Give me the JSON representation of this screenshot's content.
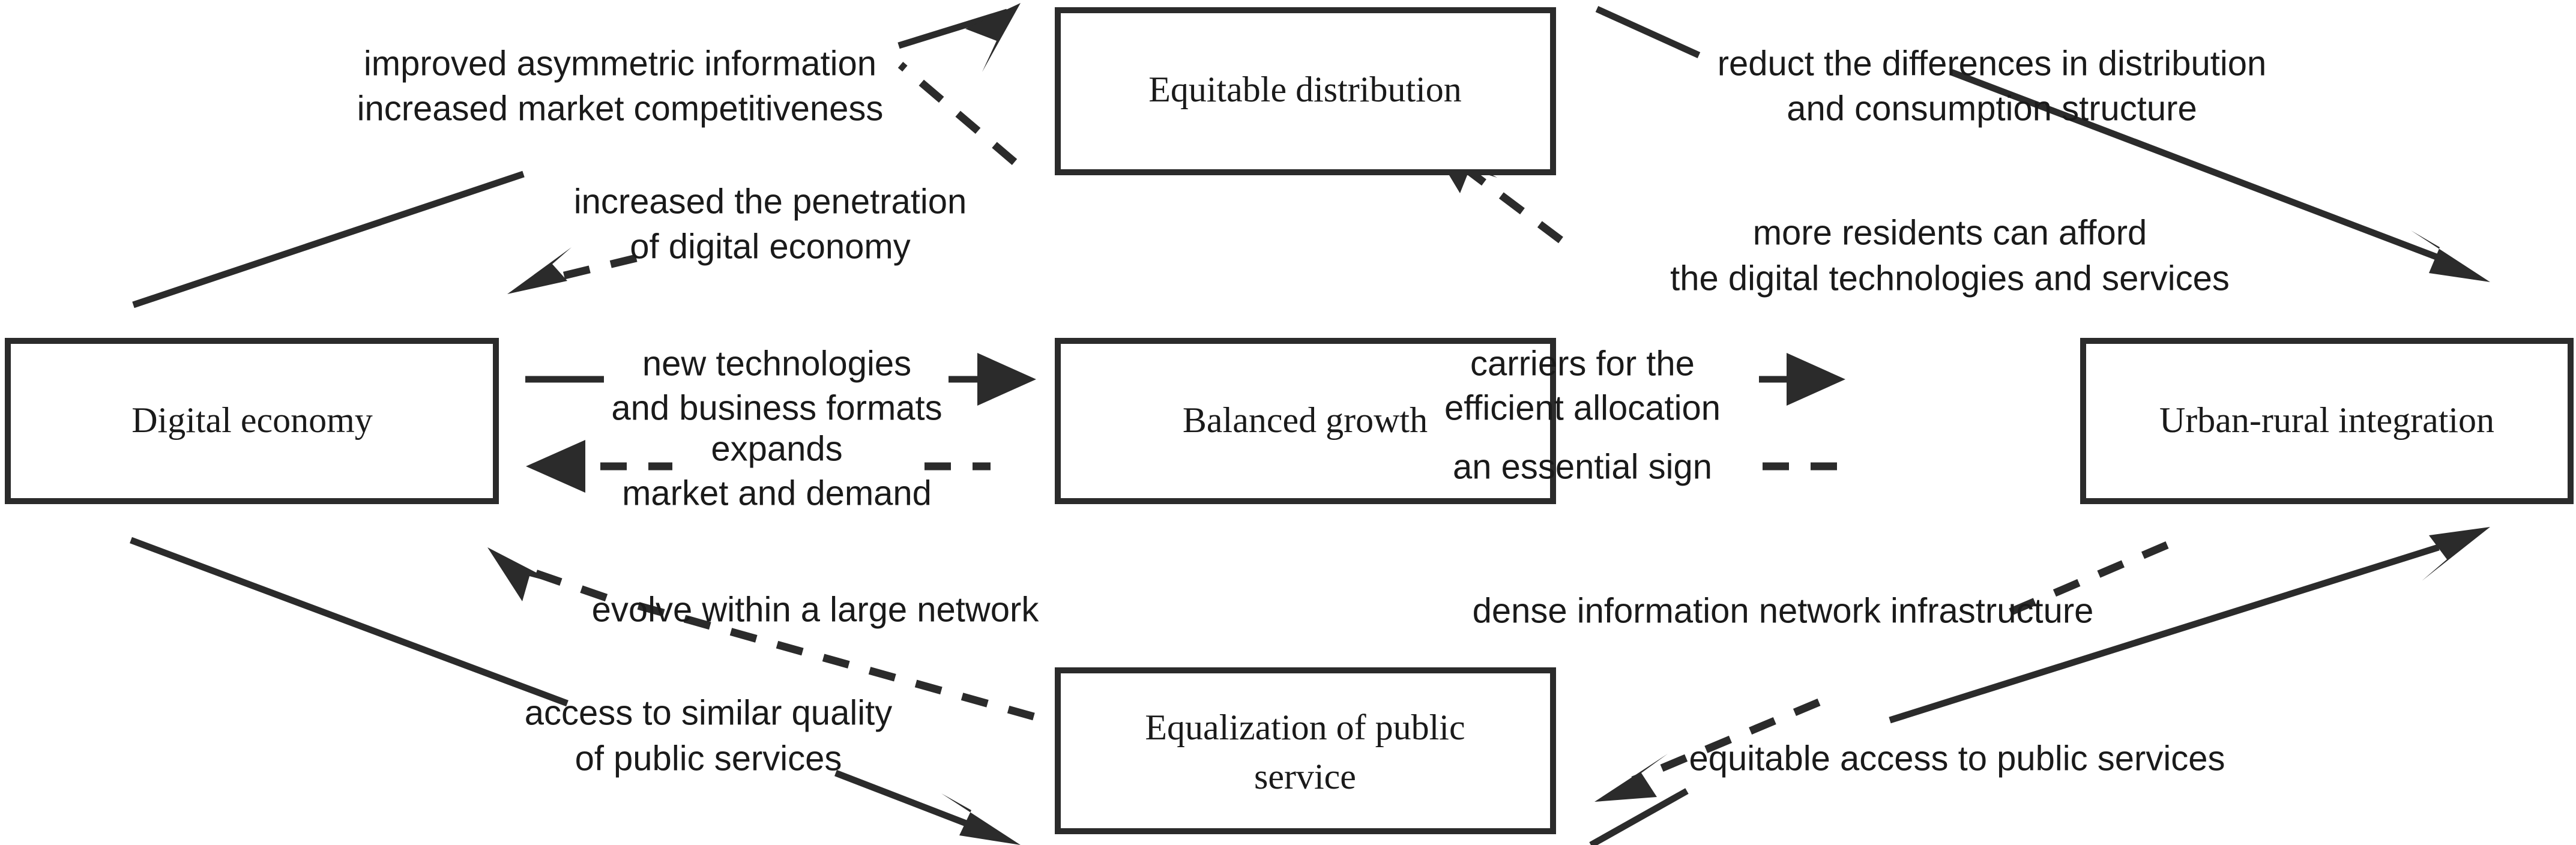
{
  "diagram": {
    "title": "Digital economy, balanced growth and urban-rural integration mechanism",
    "colors": {
      "stroke": "#2b2b2b",
      "text": "#1a1a1a",
      "background": "#ffffff"
    },
    "nodes": [
      {
        "id": "digital-economy",
        "label": "Digital economy"
      },
      {
        "id": "equitable-distribution",
        "label": "Equitable distribution"
      },
      {
        "id": "balanced-growth",
        "label": "Balanced growth"
      },
      {
        "id": "urban-rural-integration",
        "label": "Urban-rural integration"
      },
      {
        "id": "equalization-of-public-service",
        "label_line1": "Equalization of public",
        "label_line2": "service"
      }
    ],
    "edges": [
      {
        "id": "de-to-ed",
        "from": "Digital economy",
        "to": "Equitable distribution",
        "style": "solid",
        "label_line1": "improved asymmetric information",
        "label_line2": "increased market competitiveness"
      },
      {
        "id": "ed-to-de",
        "from": "Equitable distribution",
        "to": "Digital economy",
        "style": "dashed",
        "label_line1": "increased the penetration",
        "label_line2": "of digital economy"
      },
      {
        "id": "ed-to-uri",
        "from": "Equitable distribution",
        "to": "Urban-rural integration",
        "style": "solid",
        "label_line1": "reduct the differences in distribution",
        "label_line2": "and consumption structure"
      },
      {
        "id": "uri-to-ed",
        "from": "Urban-rural integration",
        "to": "Equitable distribution",
        "style": "dashed",
        "label_line1": "more residents can afford",
        "label_line2": "the digital technologies and services"
      },
      {
        "id": "de-to-bg",
        "from": "Digital economy",
        "to": "Balanced growth",
        "style": "solid",
        "label_line1": "new technologies",
        "label_line2": "and business formats"
      },
      {
        "id": "bg-to-de",
        "from": "Balanced growth",
        "to": "Digital economy",
        "style": "dashed",
        "label_line1": "expands",
        "label_line2": "market and demand"
      },
      {
        "id": "bg-to-uri",
        "from": "Balanced growth",
        "to": "Urban-rural integration",
        "style": "solid",
        "label_line1": "carriers for the",
        "label_line2": "efficient allocation"
      },
      {
        "id": "uri-to-bg",
        "from": "Urban-rural integration",
        "to": "Balanced growth",
        "style": "dashed",
        "label_line1": "an essential sign",
        "label_line2": ""
      },
      {
        "id": "de-to-eps",
        "from": "Digital economy",
        "to": "Equalization of public service",
        "style": "solid",
        "label_line1": "access to similar quality",
        "label_line2": "of public services"
      },
      {
        "id": "eps-to-de",
        "from": "Equalization of public service",
        "to": "Digital economy",
        "style": "dashed",
        "label_line1": "evolve within a large network",
        "label_line2": ""
      },
      {
        "id": "eps-to-uri",
        "from": "Equalization of public service",
        "to": "Urban-rural integration",
        "style": "solid",
        "label_line1": "equitable access to public services",
        "label_line2": ""
      },
      {
        "id": "uri-to-eps",
        "from": "Urban-rural integration",
        "to": "Equalization of public service",
        "style": "dashed",
        "label_line1": "dense information network infrastructure",
        "label_line2": ""
      }
    ]
  }
}
